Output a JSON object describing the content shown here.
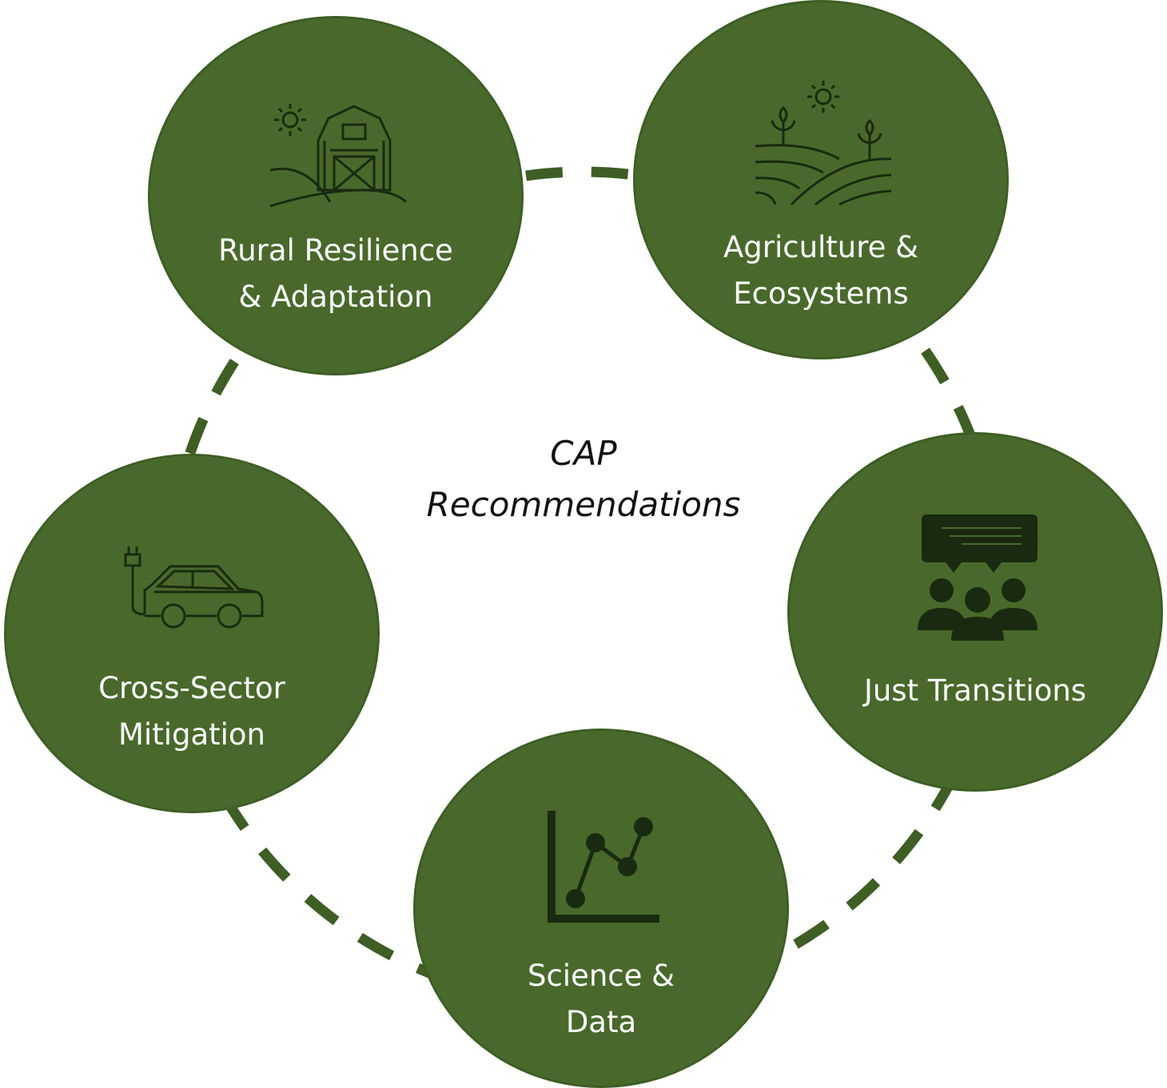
{
  "center": {
    "line1": "CAP",
    "line2": "Recommendations"
  },
  "nodes": [
    {
      "id": "rural",
      "line1": "Rural Resilience",
      "line2": "& Adaptation",
      "icon": "barn-icon"
    },
    {
      "id": "agri",
      "line1": "Agriculture &",
      "line2": "Ecosystems",
      "icon": "farmland-icon"
    },
    {
      "id": "just",
      "line1": "Just Transitions",
      "line2": "",
      "icon": "community-dialogue-icon"
    },
    {
      "id": "science",
      "line1": "Science &",
      "line2": "Data",
      "icon": "line-chart-icon"
    },
    {
      "id": "cross",
      "line1": "Cross-Sector",
      "line2": "Mitigation",
      "icon": "electric-car-icon"
    }
  ],
  "colors": {
    "node_fill": "#48692b",
    "ring": "#3e5e24",
    "icon": "#1a2a10",
    "text": "#ffffff"
  }
}
